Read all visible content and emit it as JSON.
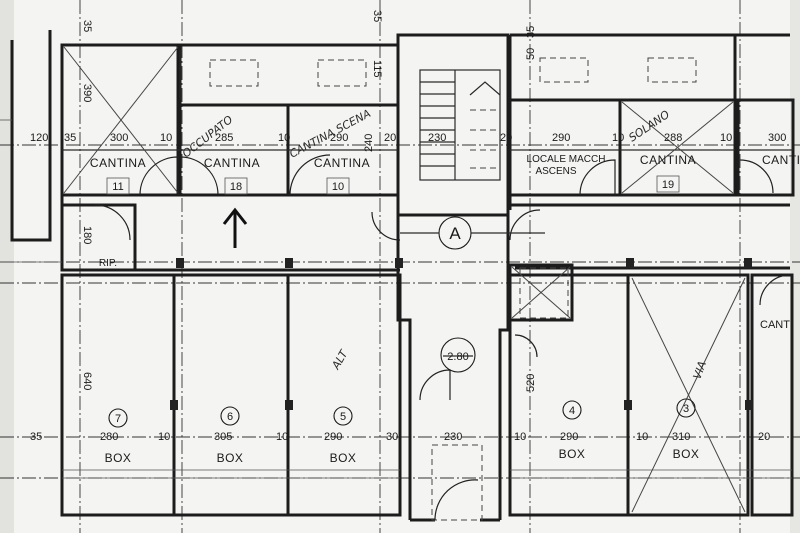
{
  "rooms": {
    "cantina_11": {
      "label": "CANTINA",
      "number": "11"
    },
    "cantina_18": {
      "label": "CANTINA",
      "number": "18"
    },
    "cantina_10": {
      "label": "CANTINA",
      "number": "10"
    },
    "cantina_19": {
      "label": "CANTINA",
      "number": "19"
    },
    "cantina_right": {
      "label": "CANTI"
    },
    "cantina_far_right": {
      "label": "CANT"
    },
    "locale_macchine": {
      "line1": "LOCALE MACCH",
      "line2": "ASCENS"
    },
    "rip": {
      "label": "RIP."
    },
    "box_7": {
      "label": "BOX",
      "number": "7"
    },
    "box_6": {
      "label": "BOX",
      "number": "6"
    },
    "box_5": {
      "label": "BOX",
      "number": "5"
    },
    "box_4": {
      "label": "BOX",
      "number": "4"
    },
    "box_3": {
      "label": "BOX",
      "number": "3"
    }
  },
  "stair_marker": {
    "label": "A"
  },
  "stair_height": {
    "label": "2.80"
  },
  "dimensions": {
    "top_35_a": "35",
    "top_35_b": "35",
    "top_35_c": "35",
    "top_50": "50",
    "v_390": "390",
    "v_115": "115",
    "v_180": "180",
    "v_640": "640",
    "v_520": "520",
    "v_240": "240",
    "h_120": "120",
    "h_35_left": "35",
    "h_300": "300",
    "h_10_a": "10",
    "h_285": "285",
    "h_10_b": "10",
    "h_290": "290",
    "h_20_a": "20",
    "h_230_top": "230",
    "h_20_b": "20",
    "h_290_b": "290",
    "h_10_c": "10",
    "h_288": "288",
    "h_10_d": "10",
    "h_300_right": "300",
    "b_35": "35",
    "b_280": "280",
    "b_10_a": "10",
    "b_305": "305",
    "b_10_b": "10",
    "b_290": "290",
    "b_30": "30",
    "b_230": "230",
    "b_10_c": "10",
    "b_290_b": "290",
    "b_10_d": "10",
    "b_310": "310",
    "b_20": "20"
  },
  "handwritten": {
    "occupato": "OCCUPATO",
    "cantina_scena": "CANTINA SCENA",
    "solano": "SOLANO",
    "alt": "ALT",
    "via": "VIA"
  }
}
